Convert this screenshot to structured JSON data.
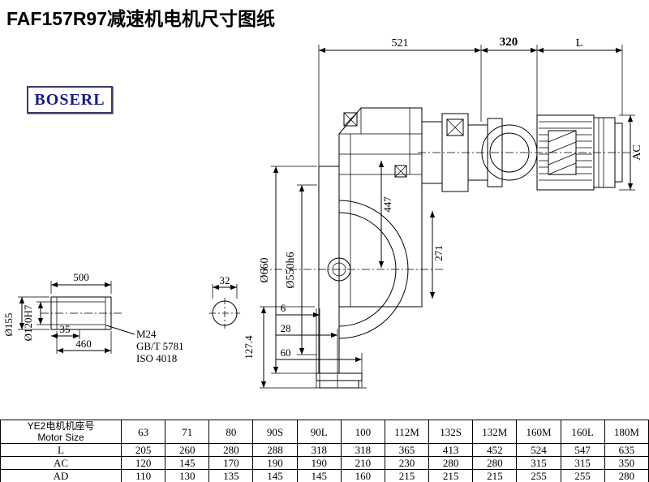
{
  "title": "FAF157R97减速机电机尺寸图纸",
  "logo": {
    "text": "BOSERL"
  },
  "colors": {
    "logo_text": "#1a1a8f",
    "logo_border": "#3a3a6e",
    "line": "#000000",
    "background": "#ffffff"
  },
  "dims": {
    "d521": "521",
    "d320": "320",
    "dL": "L",
    "dAC": "AC",
    "d660": "Ø660",
    "d550": "Ø550h6",
    "d447": "447",
    "d271": "271",
    "d500": "500",
    "d32": "32",
    "d35": "35",
    "d460": "460",
    "d155": "Ø155",
    "d120": "Ø120H7",
    "m24": "M24",
    "gbt": "GB/T 5781",
    "iso": "ISO 4018",
    "d6": "6",
    "d28": "28",
    "d60": "60",
    "d1274": "127.4"
  },
  "table": {
    "header": {
      "line1": "YE2电机机座号",
      "line2": "Motor Size"
    },
    "frames": [
      "63",
      "71",
      "80",
      "90S",
      "90L",
      "100",
      "112M",
      "132S",
      "132M",
      "160M",
      "160L",
      "180M"
    ],
    "rows": [
      {
        "label": "L",
        "values": [
          "205",
          "260",
          "280",
          "288",
          "318",
          "318",
          "365",
          "413",
          "452",
          "524",
          "547",
          "635"
        ]
      },
      {
        "label": "AC",
        "values": [
          "120",
          "145",
          "170",
          "190",
          "190",
          "210",
          "230",
          "280",
          "280",
          "315",
          "315",
          "350"
        ]
      },
      {
        "label": "AD",
        "values": [
          "110",
          "130",
          "135",
          "145",
          "145",
          "160",
          "215",
          "215",
          "215",
          "255",
          "255",
          "280"
        ]
      }
    ]
  }
}
